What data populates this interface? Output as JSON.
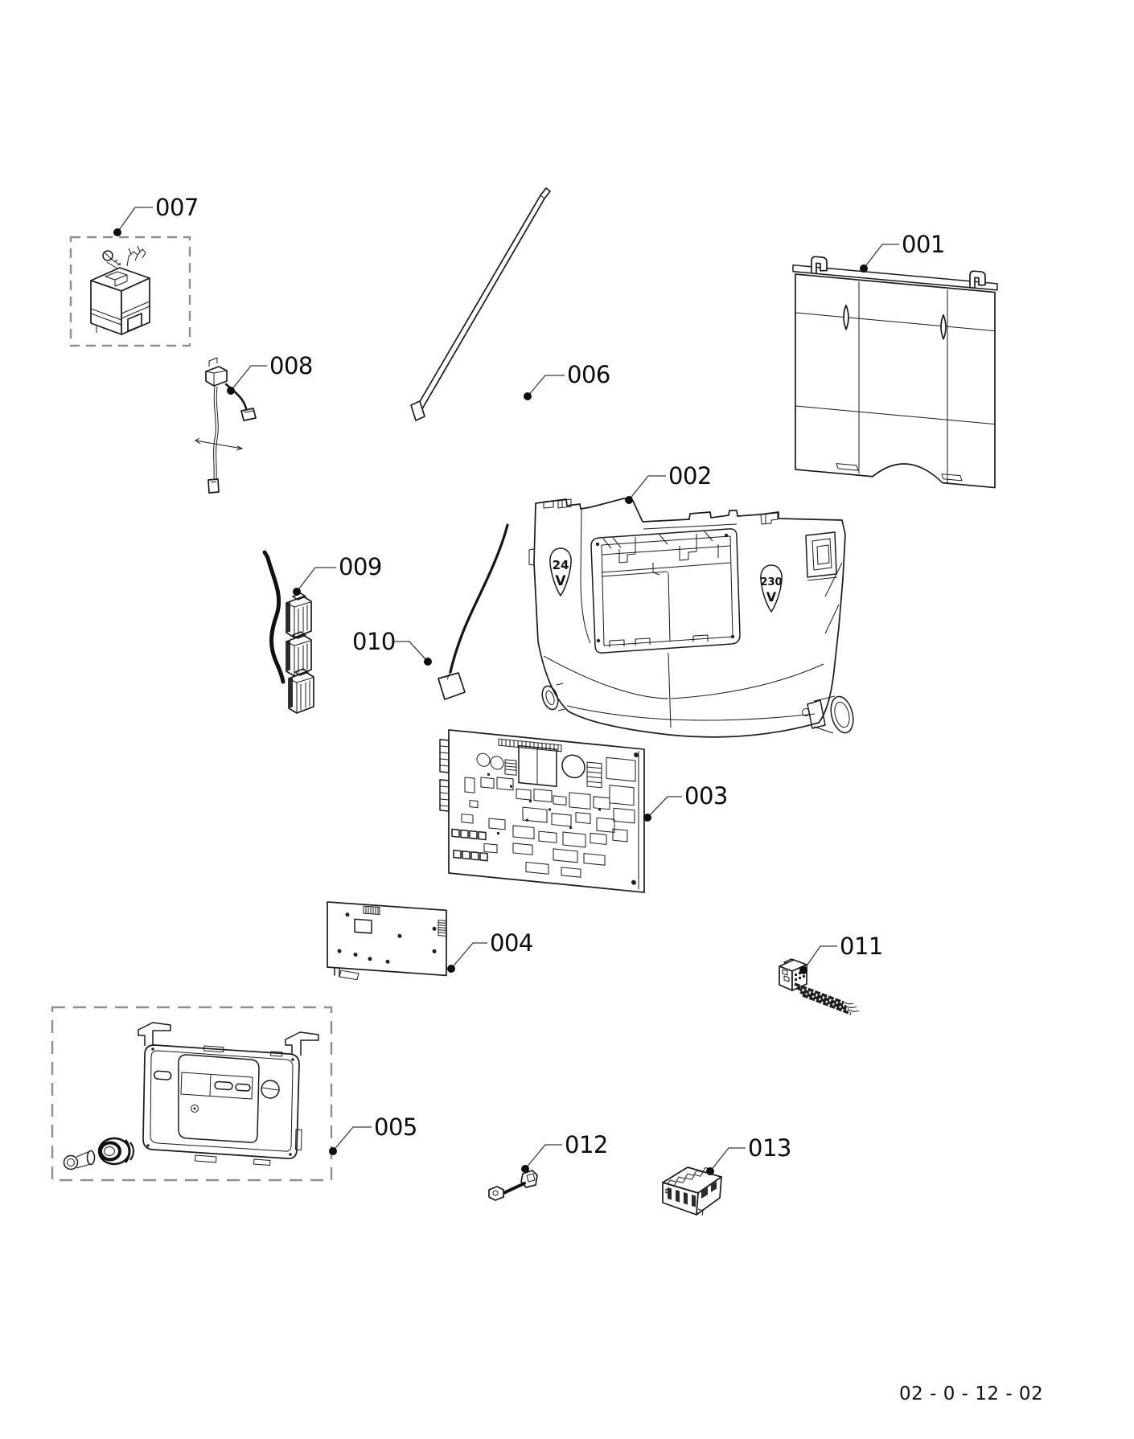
{
  "doc_code": "02 - 0 - 12 - 02",
  "labels": {
    "p001": "001",
    "p002": "002",
    "p003": "003",
    "p004": "004",
    "p005": "005",
    "p006": "006",
    "p007": "007",
    "p008": "008",
    "p009": "009",
    "p010": "010",
    "p011": "011",
    "p012": "012",
    "p013": "013"
  },
  "badges": {
    "v24_top": "24",
    "v24_bottom": "V",
    "v230_top": "230",
    "v230_bottom": "V"
  }
}
